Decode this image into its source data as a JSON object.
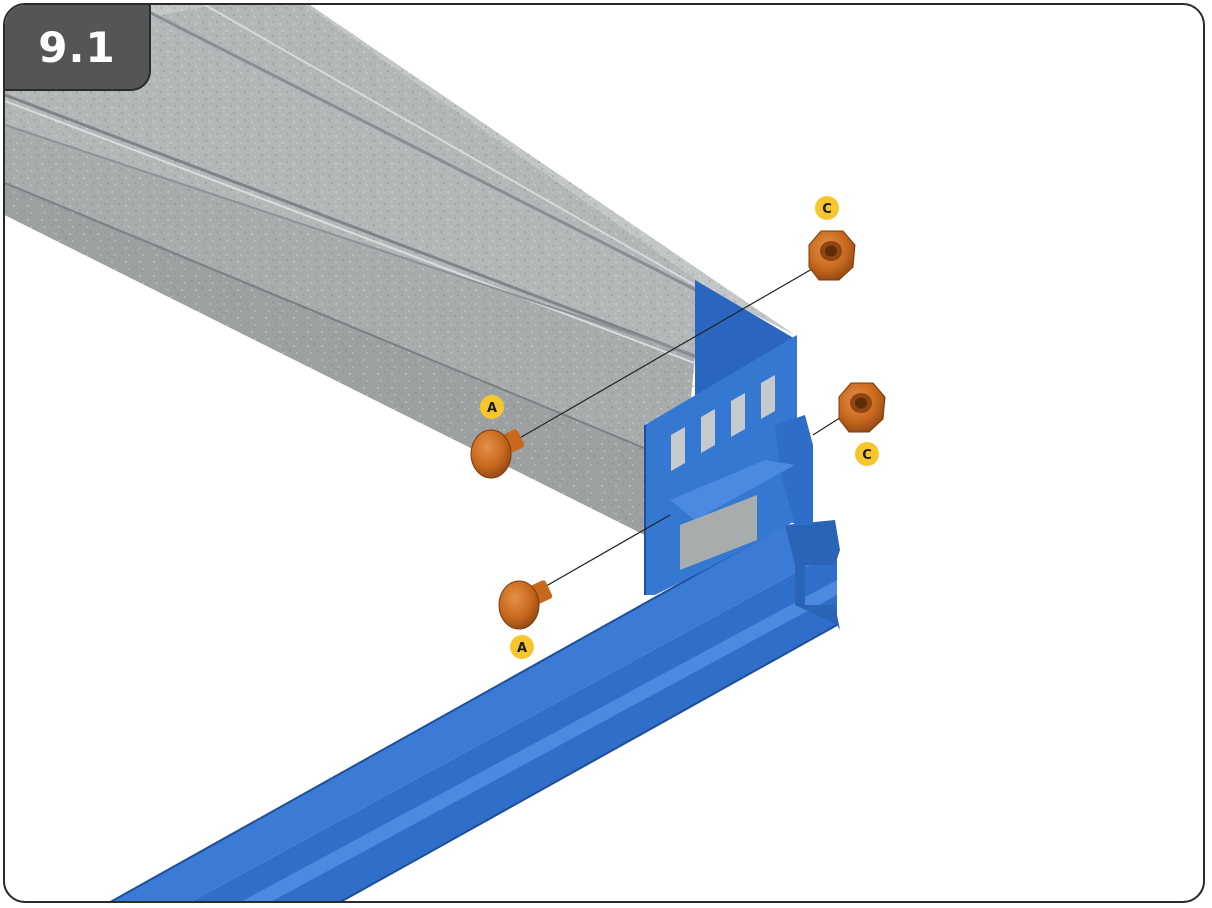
{
  "step": {
    "number": "9.1"
  },
  "callouts": [
    {
      "id": "top-right-nut",
      "label": "C"
    },
    {
      "id": "right-nut",
      "label": "C"
    },
    {
      "id": "upper-bolt",
      "label": "A"
    },
    {
      "id": "lower-bolt",
      "label": "A"
    }
  ],
  "colors": {
    "frame_border": "#2b2b2b",
    "step_tab": "#555558",
    "beam_galvanized": "#b9bcbd",
    "upright_blue": "#2f6fc9",
    "hardware_orange": "#c8691d",
    "callout_yellow": "#f7c52c"
  }
}
